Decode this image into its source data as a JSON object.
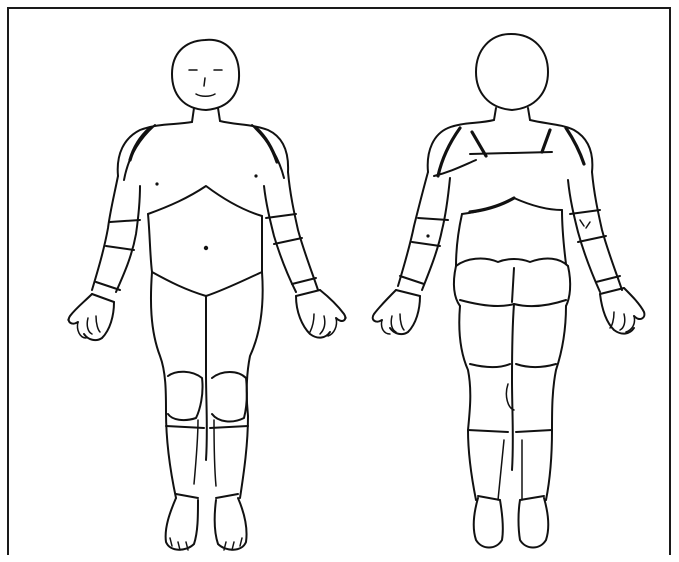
{
  "diagram": {
    "type": "body-map",
    "views": [
      "front",
      "back"
    ],
    "colors": {
      "line": "#111111",
      "background": "#ffffff",
      "frame": "#1a1a1a"
    }
  }
}
